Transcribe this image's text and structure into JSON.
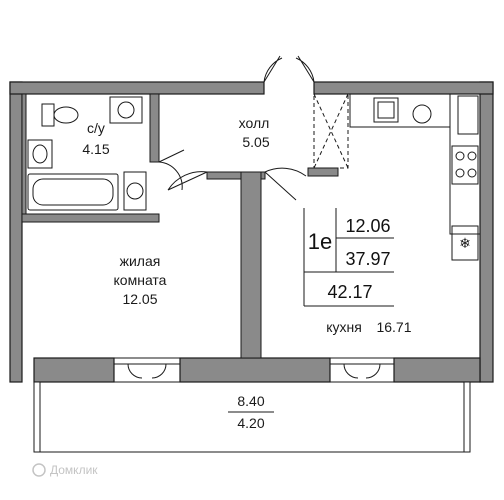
{
  "rooms": {
    "bathroom": {
      "name": "с/у",
      "area": "4.15"
    },
    "hall": {
      "name": "холл",
      "area": "5.05"
    },
    "living": {
      "name_line1": "жилая",
      "name_line2": "комната",
      "area": "12.05"
    },
    "kitchen": {
      "name": "кухня",
      "area": "16.71"
    }
  },
  "apartment": {
    "type": "1е",
    "living_area": "12.06",
    "total_area_no_balcony": "37.97",
    "total_area": "42.17"
  },
  "balcony": {
    "area": "8.40",
    "reduced_area": "4.20"
  },
  "watermark": {
    "text": "Домклик"
  },
  "colors": {
    "wall_fill": "#8a8a8a",
    "line": "#1a1a1a",
    "watermark": "#c4c4c4"
  }
}
